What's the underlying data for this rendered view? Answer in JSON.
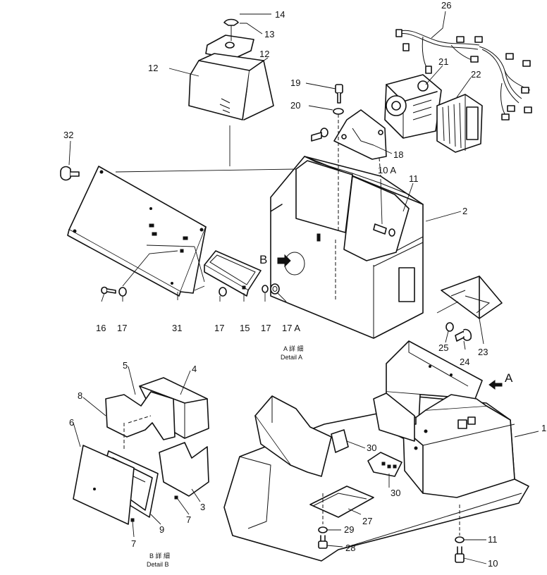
{
  "callouts": {
    "c26": "26",
    "c14": "14",
    "c13": "13",
    "c12a": "12",
    "c12b": "12",
    "c21": "21",
    "c22": "22",
    "c19": "19",
    "c20": "20",
    "c18": "18",
    "c32": "32",
    "c10a": "10 A",
    "c11a": "11",
    "c2": "2",
    "cB": "B",
    "c16": "16",
    "c17a": "17",
    "c31": "31",
    "c17b": "17",
    "c15": "15",
    "c17c": "17",
    "c17A": "17 A",
    "c25": "25",
    "c23": "23",
    "c24": "24",
    "cA": "A",
    "c1": "1",
    "c5": "5",
    "c4": "4",
    "c8": "8",
    "c6": "6",
    "c30a": "30",
    "c30b": "30",
    "c3": "3",
    "c7a": "7",
    "c9": "9",
    "c7b": "7",
    "c27": "27",
    "c29": "29",
    "c11b": "11",
    "c28": "28",
    "c10b": "10"
  },
  "captions": {
    "detail_a_jp": "A 詳 細",
    "detail_a_en": "Detail A",
    "detail_b_jp": "B 詳 細",
    "detail_b_en": "Detail B"
  }
}
